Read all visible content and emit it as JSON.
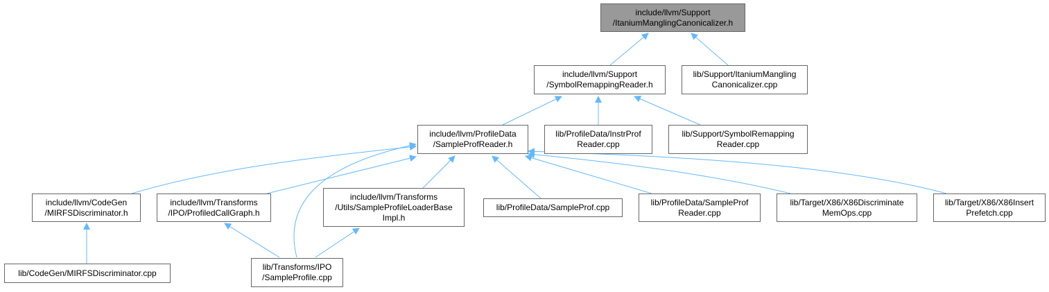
{
  "colors": {
    "edge": "#63b8ff",
    "border": "#666666",
    "root_fill": "#999999",
    "node_fill": "#ffffff"
  },
  "nodes": {
    "n0": [
      "include/llvm/Support",
      "/ItaniumManglingCanonicalizer.h"
    ],
    "n1": [
      "include/llvm/Support",
      "/SymbolRemappingReader.h"
    ],
    "n2": [
      "lib/Support/ItaniumMangling",
      "Canonicalizer.cpp"
    ],
    "n3": [
      "include/llvm/ProfileData",
      "/SampleProfReader.h"
    ],
    "n4": [
      "lib/ProfileData/InstrProf",
      "Reader.cpp"
    ],
    "n5": [
      "lib/Support/SymbolRemapping",
      "Reader.cpp"
    ],
    "n6": [
      "include/llvm/CodeGen",
      "/MIRFSDiscriminator.h"
    ],
    "n7": [
      "include/llvm/Transforms",
      "/IPO/ProfiledCallGraph.h"
    ],
    "n8": [
      "include/llvm/Transforms",
      "/Utils/SampleProfileLoaderBase",
      "Impl.h"
    ],
    "n9": [
      "lib/ProfileData/SampleProf.cpp"
    ],
    "n10": [
      "lib/ProfileData/SampleProf",
      "Reader.cpp"
    ],
    "n11": [
      "lib/Target/X86/X86Discriminate",
      "MemOps.cpp"
    ],
    "n12": [
      "lib/Target/X86/X86Insert",
      "Prefetch.cpp"
    ],
    "n13": [
      "lib/CodeGen/MIRFSDiscriminator.cpp"
    ],
    "n14": [
      "lib/Transforms/IPO",
      "/SampleProfile.cpp"
    ]
  }
}
